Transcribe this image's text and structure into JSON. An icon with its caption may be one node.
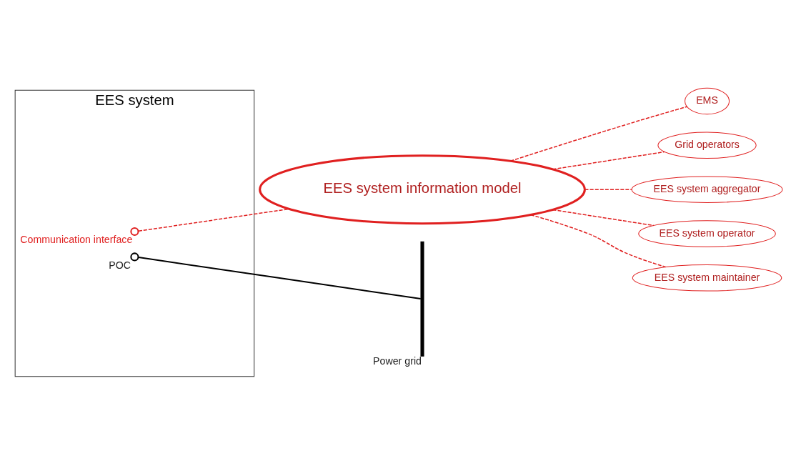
{
  "diagram": {
    "nodes": [
      {
        "text": [
          "EES system"
        ]
      },
      {
        "text": [],
        "shape": "circle",
        "beside": [
          "Communication interface"
        ],
        "in": 0
      },
      {
        "text": [],
        "shape": "circle",
        "beside": [
          "POC"
        ],
        "in": 0
      },
      {
        "text": [],
        "shape": "bar",
        "beside": [
          "Power grid"
        ]
      },
      {
        "text": [
          "EES system information model"
        ]
      },
      {
        "text": [
          "EMS"
        ]
      },
      {
        "text": [
          "Grid operators"
        ]
      },
      {
        "text": [
          "EES system aggregator"
        ]
      },
      {
        "text": [
          "EES system operator"
        ]
      },
      {
        "text": [
          "EES system maintainer"
        ]
      }
    ],
    "edges": [
      {
        "from": 1,
        "to": 4,
        "arrow": "none",
        "style": "dashed"
      },
      {
        "from": 2,
        "to": 3,
        "arrow": "none",
        "color": "#000000"
      },
      {
        "from": 5,
        "to": 4,
        "arrow": "none",
        "style": "dashed"
      },
      {
        "from": 6,
        "to": 4,
        "arrow": "none",
        "style": "dashed"
      },
      {
        "from": 7,
        "to": 4,
        "arrow": "none",
        "style": "dashed"
      },
      {
        "from": 8,
        "to": 4,
        "arrow": "none",
        "style": "dashed"
      },
      {
        "from": 9,
        "to": 4,
        "arrow": "none",
        "style": "dashed"
      }
    ]
  }
}
